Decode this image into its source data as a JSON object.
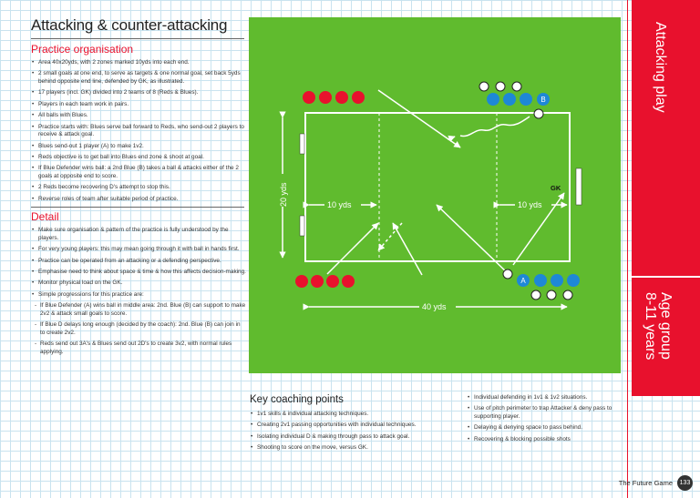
{
  "title": "Attacking & counter-attacking",
  "practice_heading": "Practice organisation",
  "practice_items": [
    "Area 40x20yds, with 2 zones marked 10yds into each end.",
    "2 small goals at one end, to serve as targets & one normal goal, set back 5yds behind opposite end line, defended by GK, as illustrated.",
    "17 players (incl. GK) divided into 2 teams of 8 (Reds & Blues).",
    "Players in each team work in pairs.",
    "All balls with Blues.",
    "Practice starts with: Blues serve ball forward to Reds, who send-out 2 players to receive & attack goal.",
    "Blues send-out 1 player (A) to make 1v2.",
    "Reds objective is to get ball into Blues end zone & shoot at goal.",
    "If Blue Defender wins ball: a 2nd Blue (B) takes a ball & attacks either of the 2 goals at opposite end to score.",
    "2 Reds become recovering D's attempt to stop this.",
    "Reverse roles of team after suitable period of practice."
  ],
  "detail_heading": "Detail",
  "detail_items": [
    "Make sure organisation & pattern of the practice is fully understood by the players.",
    "For very young players: this may mean going through it with ball in hands first.",
    "Practice can be operated from an attacking or a defending perspective.",
    "Emphasise need to think about space & time & how this affects decision-making.",
    "Monitor physical load on the GK.",
    "Simple progressions for this practice are:"
  ],
  "detail_subitems": [
    "If Blue Defender (A) wins ball in middle area: 2nd. Blue (B) can support to make 2v2 & attack small goals to score.",
    "If Blue D delays long enough (decided by the coach): 2nd. Blue (B) can join in to create 2v2.",
    "Reds send out 3A's & Blues send out 2D's to create 3v2, with normal rules applying."
  ],
  "key_heading": "Key coaching points",
  "key_items": [
    "1v1 skills & individual attacking techniques.",
    "Creating 2v1 passing opportunities with individual techniques.",
    "Isolating individual D & making through pass to attack goal.",
    "Shooting to score on the move, versus GK."
  ],
  "key_items_right": [
    "Individual defending in 1v1 & 1v2 situations.",
    "Use of pitch perimeter to trap Attacker & deny pass to supporting player.",
    "Delaying & denying space to pass behind.",
    "Recovering & blocking possible shots"
  ],
  "diagram": {
    "label_20": "20 yds",
    "label_10_left": "10 yds",
    "label_10_right": "10 yds",
    "label_40": "40 yds",
    "label_gk": "GK",
    "label_b": "B",
    "label_a": "A"
  },
  "sidebar": {
    "section": "Attacking play",
    "age_line1": "Age group",
    "age_line2": "8-11 years"
  },
  "footer": {
    "book": "The Future Game",
    "page": "133"
  },
  "colors": {
    "accent": "#e8112d",
    "pitch": "#60bb2e",
    "blue": "#1e88d6",
    "red": "#e8112d"
  }
}
